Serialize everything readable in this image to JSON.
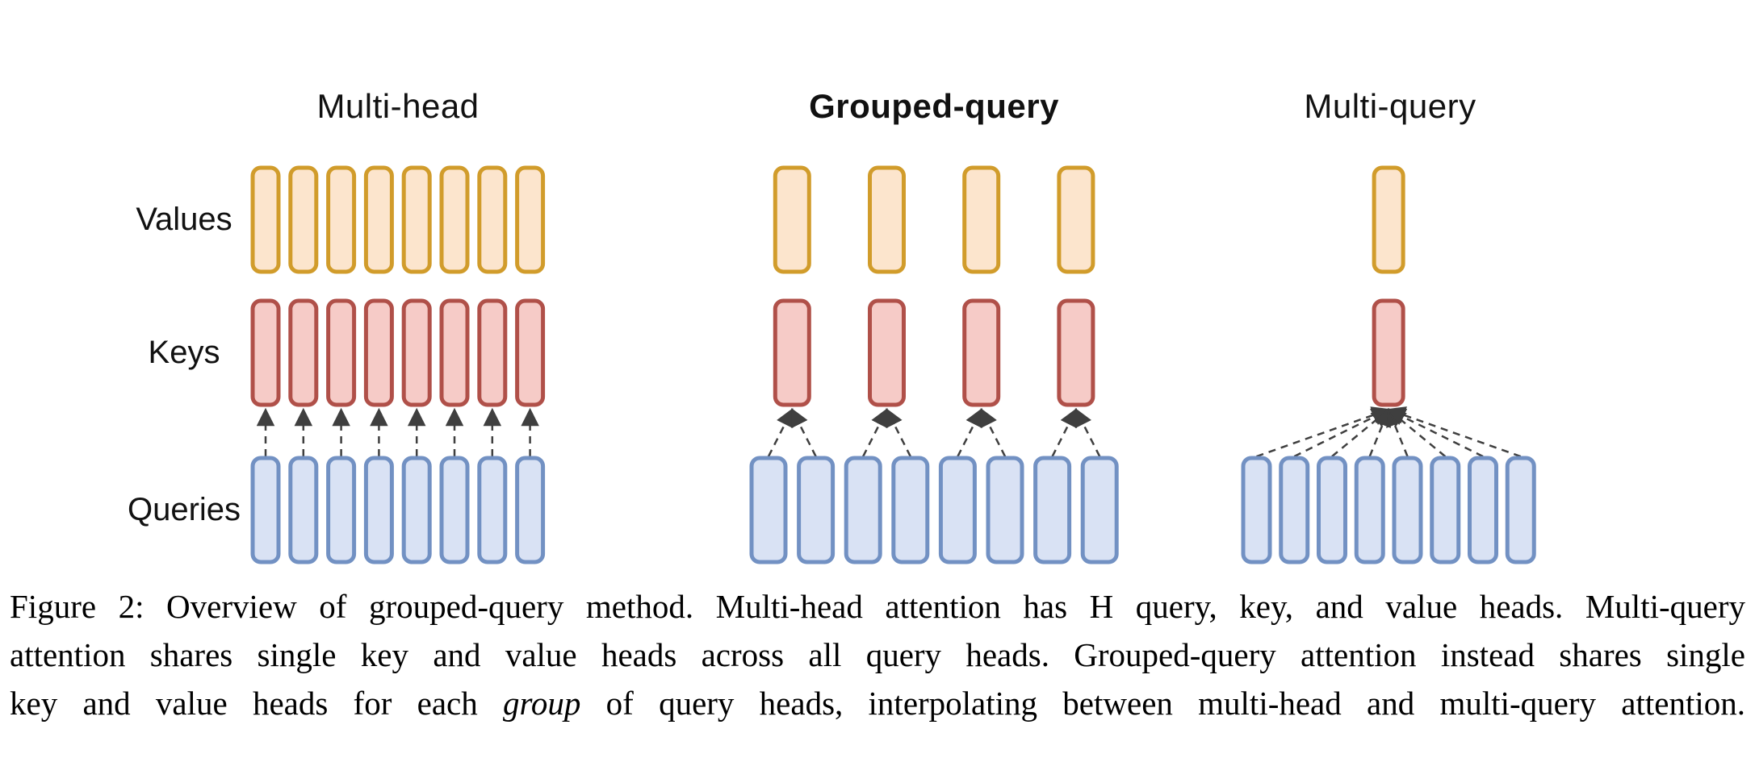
{
  "figure": {
    "row_labels": {
      "values": "Values",
      "keys": "Keys",
      "queries": "Queries"
    },
    "panels": [
      {
        "id": "multi-head",
        "title": "Multi-head",
        "bold": false,
        "num_value_heads": 8,
        "num_key_heads": 8,
        "num_query_heads": 8,
        "queries_per_kv": 1
      },
      {
        "id": "grouped-query",
        "title": "Grouped-query",
        "bold": true,
        "num_value_heads": 4,
        "num_key_heads": 4,
        "num_query_heads": 8,
        "queries_per_kv": 2
      },
      {
        "id": "multi-query",
        "title": "Multi-query",
        "bold": false,
        "num_value_heads": 1,
        "num_key_heads": 1,
        "num_query_heads": 8,
        "queries_per_kv": 8
      }
    ],
    "colors": {
      "value_fill": "#FCE5CD",
      "value_border": "#D19C2B",
      "key_fill": "#F6CBC7",
      "key_border": "#B05049",
      "query_fill": "#D9E2F4",
      "query_border": "#7291C3",
      "connector": "#3F3F3F",
      "text": "#111111"
    }
  },
  "caption": {
    "figure_label": "Figure 2:",
    "line1": "Figure 2: Overview of grouped-query method. Multi-head attention has H query, key, and value heads. Multi-query",
    "line2": "attention shares single key and value heads across all query heads. Grouped-query attention instead shares single",
    "line3_pre": "key and value heads for each ",
    "line3_italic": "group",
    "line3_post": " of query heads, interpolating between multi-head and multi-query attention."
  }
}
